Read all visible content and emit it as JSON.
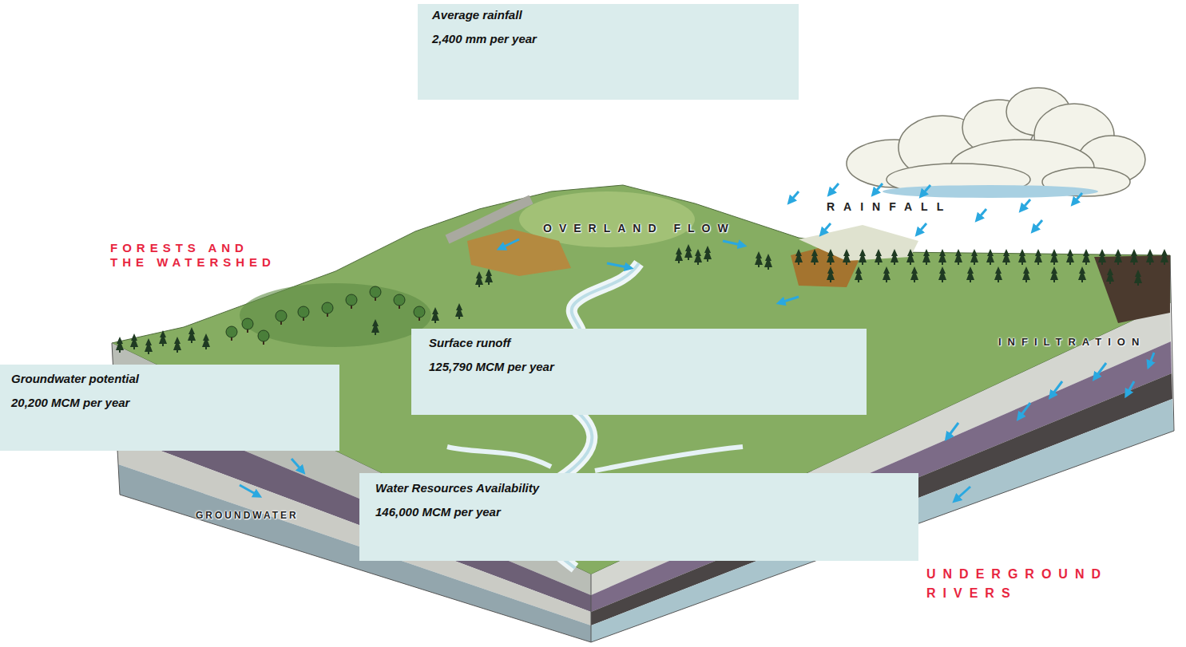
{
  "diagram": {
    "nodes": [
      {
        "text": [
          "Average rainfall",
          "2,400 mm per year"
        ]
      },
      {
        "text": [
          "Surface runoff",
          "125,790 MCM per year"
        ]
      },
      {
        "text": [
          "Groundwater potential",
          "20,200 MCM per year"
        ]
      },
      {
        "text": [
          "Water Resources Availability",
          "146,000 MCM per year"
        ]
      }
    ],
    "labels": [
      "RAINFALL",
      "OVERLAND FLOW",
      "FORESTS AND THE WATERSHED",
      "INFILTRATION",
      "GROUNDWATER",
      "UNDERGROUND RIVERS"
    ]
  }
}
